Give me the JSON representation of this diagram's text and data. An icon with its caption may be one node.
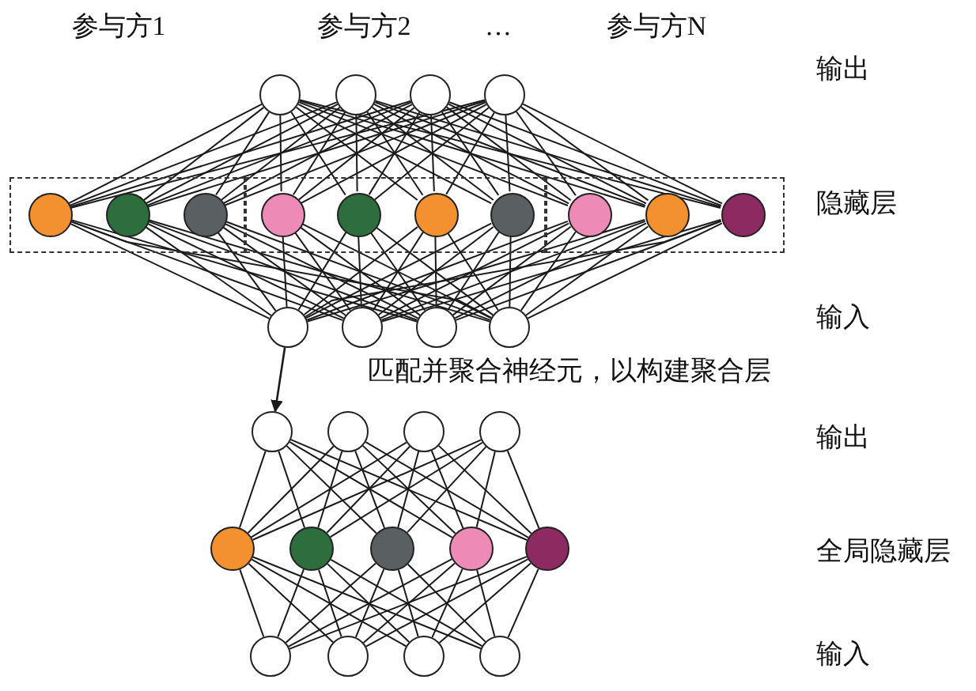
{
  "diagram": {
    "nodes": [
      {
        "text": [],
        "shape": "circle"
      },
      {
        "text": [],
        "shape": "circle"
      },
      {
        "text": [],
        "shape": "circle"
      },
      {
        "text": [],
        "shape": "circle"
      },
      {
        "text": [],
        "shape": "box"
      },
      {
        "text": [],
        "shape": "circle",
        "in": 4
      },
      {
        "text": [],
        "shape": "circle",
        "in": 4
      },
      {
        "text": [],
        "shape": "circle",
        "in": 4
      },
      {
        "text": [],
        "shape": "box"
      },
      {
        "text": [],
        "shape": "circle",
        "in": 8
      },
      {
        "text": [],
        "shape": "circle",
        "in": 8
      },
      {
        "text": [],
        "shape": "circle",
        "in": 8
      },
      {
        "text": [],
        "shape": "circle",
        "in": 8
      },
      {
        "text": [],
        "shape": "box"
      },
      {
        "text": [],
        "shape": "circle",
        "in": 13
      },
      {
        "text": [],
        "shape": "circle",
        "in": 13
      },
      {
        "text": [],
        "shape": "circle",
        "in": 13
      },
      {
        "text": [],
        "shape": "circle"
      },
      {
        "text": [],
        "shape": "circle"
      },
      {
        "text": [],
        "shape": "circle"
      },
      {
        "text": [],
        "shape": "circle"
      },
      {
        "text": [],
        "shape": "circle"
      },
      {
        "text": [],
        "shape": "circle"
      },
      {
        "text": [],
        "shape": "circle"
      },
      {
        "text": [],
        "shape": "circle"
      },
      {
        "text": [],
        "shape": "circle"
      },
      {
        "text": [],
        "shape": "circle"
      },
      {
        "text": [],
        "shape": "circle"
      },
      {
        "text": [],
        "shape": "circle"
      },
      {
        "text": [],
        "shape": "circle"
      },
      {
        "text": [],
        "shape": "circle"
      },
      {
        "text": [],
        "shape": "circle"
      },
      {
        "text": [],
        "shape": "circle"
      },
      {
        "text": [],
        "shape": "circle"
      }
    ],
    "edges": [
      {
        "from": 0,
        "to": 5,
        "arrow": "none"
      },
      {
        "from": 0,
        "to": 6,
        "arrow": "none"
      },
      {
        "from": 0,
        "to": 7,
        "arrow": "none"
      },
      {
        "from": 0,
        "to": 9,
        "arrow": "none"
      },
      {
        "from": 0,
        "to": 10,
        "arrow": "none"
      },
      {
        "from": 0,
        "to": 11,
        "arrow": "none"
      },
      {
        "from": 0,
        "to": 12,
        "arrow": "none"
      },
      {
        "from": 0,
        "to": 14,
        "arrow": "none"
      },
      {
        "from": 0,
        "to": 15,
        "arrow": "none"
      },
      {
        "from": 0,
        "to": 16,
        "arrow": "none"
      },
      {
        "from": 1,
        "to": 5,
        "arrow": "none"
      },
      {
        "from": 1,
        "to": 6,
        "arrow": "none"
      },
      {
        "from": 1,
        "to": 7,
        "arrow": "none"
      },
      {
        "from": 1,
        "to": 9,
        "arrow": "none"
      },
      {
        "from": 1,
        "to": 10,
        "arrow": "none"
      },
      {
        "from": 1,
        "to": 11,
        "arrow": "none"
      },
      {
        "from": 1,
        "to": 12,
        "arrow": "none"
      },
      {
        "from": 1,
        "to": 14,
        "arrow": "none"
      },
      {
        "from": 1,
        "to": 15,
        "arrow": "none"
      },
      {
        "from": 1,
        "to": 16,
        "arrow": "none"
      },
      {
        "from": 2,
        "to": 5,
        "arrow": "none"
      },
      {
        "from": 2,
        "to": 6,
        "arrow": "none"
      },
      {
        "from": 2,
        "to": 7,
        "arrow": "none"
      },
      {
        "from": 2,
        "to": 9,
        "arrow": "none"
      },
      {
        "from": 2,
        "to": 10,
        "arrow": "none"
      },
      {
        "from": 2,
        "to": 11,
        "arrow": "none"
      },
      {
        "from": 2,
        "to": 12,
        "arrow": "none"
      },
      {
        "from": 2,
        "to": 14,
        "arrow": "none"
      },
      {
        "from": 2,
        "to": 15,
        "arrow": "none"
      },
      {
        "from": 2,
        "to": 16,
        "arrow": "none"
      },
      {
        "from": 3,
        "to": 5,
        "arrow": "none"
      },
      {
        "from": 3,
        "to": 6,
        "arrow": "none"
      },
      {
        "from": 3,
        "to": 7,
        "arrow": "none"
      },
      {
        "from": 3,
        "to": 9,
        "arrow": "none"
      },
      {
        "from": 3,
        "to": 10,
        "arrow": "none"
      },
      {
        "from": 3,
        "to": 11,
        "arrow": "none"
      },
      {
        "from": 3,
        "to": 12,
        "arrow": "none"
      },
      {
        "from": 3,
        "to": 14,
        "arrow": "none"
      },
      {
        "from": 3,
        "to": 15,
        "arrow": "none"
      },
      {
        "from": 3,
        "to": 16,
        "arrow": "none"
      },
      {
        "from": 5,
        "to": 17,
        "arrow": "none"
      },
      {
        "from": 5,
        "to": 18,
        "arrow": "none"
      },
      {
        "from": 5,
        "to": 19,
        "arrow": "none"
      },
      {
        "from": 5,
        "to": 20,
        "arrow": "none"
      },
      {
        "from": 6,
        "to": 17,
        "arrow": "none"
      },
      {
        "from": 6,
        "to": 18,
        "arrow": "none"
      },
      {
        "from": 6,
        "to": 19,
        "arrow": "none"
      },
      {
        "from": 6,
        "to": 20,
        "arrow": "none"
      },
      {
        "from": 7,
        "to": 17,
        "arrow": "none"
      },
      {
        "from": 7,
        "to": 18,
        "arrow": "none"
      },
      {
        "from": 7,
        "to": 19,
        "arrow": "none"
      },
      {
        "from": 7,
        "to": 20,
        "arrow": "none"
      },
      {
        "from": 9,
        "to": 17,
        "arrow": "none"
      },
      {
        "from": 9,
        "to": 18,
        "arrow": "none"
      },
      {
        "from": 9,
        "to": 19,
        "arrow": "none"
      },
      {
        "from": 9,
        "to": 20,
        "arrow": "none"
      },
      {
        "from": 10,
        "to": 17,
        "arrow": "none"
      },
      {
        "from": 10,
        "to": 18,
        "arrow": "none"
      },
      {
        "from": 10,
        "to": 19,
        "arrow": "none"
      },
      {
        "from": 10,
        "to": 20,
        "arrow": "none"
      },
      {
        "from": 11,
        "to": 17,
        "arrow": "none"
      },
      {
        "from": 11,
        "to": 18,
        "arrow": "none"
      },
      {
        "from": 11,
        "to": 19,
        "arrow": "none"
      },
      {
        "from": 11,
        "to": 20,
        "arrow": "none"
      },
      {
        "from": 12,
        "to": 17,
        "arrow": "none"
      },
      {
        "from": 12,
        "to": 18,
        "arrow": "none"
      },
      {
        "from": 12,
        "to": 19,
        "arrow": "none"
      },
      {
        "from": 12,
        "to": 20,
        "arrow": "none"
      },
      {
        "from": 14,
        "to": 17,
        "arrow": "none"
      },
      {
        "from": 14,
        "to": 18,
        "arrow": "none"
      },
      {
        "from": 14,
        "to": 19,
        "arrow": "none"
      },
      {
        "from": 14,
        "to": 20,
        "arrow": "none"
      },
      {
        "from": 15,
        "to": 17,
        "arrow": "none"
      },
      {
        "from": 15,
        "to": 18,
        "arrow": "none"
      },
      {
        "from": 15,
        "to": 19,
        "arrow": "none"
      },
      {
        "from": 15,
        "to": 20,
        "arrow": "none"
      },
      {
        "from": 16,
        "to": 17,
        "arrow": "none"
      },
      {
        "from": 16,
        "to": 18,
        "arrow": "none"
      },
      {
        "from": 16,
        "to": 19,
        "arrow": "none"
      },
      {
        "from": 16,
        "to": 20,
        "arrow": "none"
      },
      {
        "from": 21,
        "to": 25,
        "arrow": "none"
      },
      {
        "from": 21,
        "to": 26,
        "arrow": "none"
      },
      {
        "from": 21,
        "to": 27,
        "arrow": "none"
      },
      {
        "from": 21,
        "to": 28,
        "arrow": "none"
      },
      {
        "from": 21,
        "to": 29,
        "arrow": "none"
      },
      {
        "from": 22,
        "to": 25,
        "arrow": "none"
      },
      {
        "from": 22,
        "to": 26,
        "arrow": "none"
      },
      {
        "from": 22,
        "to": 27,
        "arrow": "none"
      },
      {
        "from": 22,
        "to": 28,
        "arrow": "none"
      },
      {
        "from": 22,
        "to": 29,
        "arrow": "none"
      },
      {
        "from": 23,
        "to": 25,
        "arrow": "none"
      },
      {
        "from": 23,
        "to": 26,
        "arrow": "none"
      },
      {
        "from": 23,
        "to": 27,
        "arrow": "none"
      },
      {
        "from": 23,
        "to": 28,
        "arrow": "none"
      },
      {
        "from": 23,
        "to": 29,
        "arrow": "none"
      },
      {
        "from": 24,
        "to": 25,
        "arrow": "none"
      },
      {
        "from": 24,
        "to": 26,
        "arrow": "none"
      },
      {
        "from": 24,
        "to": 27,
        "arrow": "none"
      },
      {
        "from": 24,
        "to": 28,
        "arrow": "none"
      },
      {
        "from": 24,
        "to": 29,
        "arrow": "none"
      },
      {
        "from": 25,
        "to": 30,
        "arrow": "none"
      },
      {
        "from": 25,
        "to": 31,
        "arrow": "none"
      },
      {
        "from": 25,
        "to": 32,
        "arrow": "none"
      },
      {
        "from": 25,
        "to": 33,
        "arrow": "none"
      },
      {
        "from": 26,
        "to": 30,
        "arrow": "none"
      },
      {
        "from": 26,
        "to": 31,
        "arrow": "none"
      },
      {
        "from": 26,
        "to": 32,
        "arrow": "none"
      },
      {
        "from": 26,
        "to": 33,
        "arrow": "none"
      },
      {
        "from": 27,
        "to": 30,
        "arrow": "none"
      },
      {
        "from": 27,
        "to": 31,
        "arrow": "none"
      },
      {
        "from": 27,
        "to": 32,
        "arrow": "none"
      },
      {
        "from": 27,
        "to": 33,
        "arrow": "none"
      },
      {
        "from": 28,
        "to": 30,
        "arrow": "none"
      },
      {
        "from": 28,
        "to": 31,
        "arrow": "none"
      },
      {
        "from": 28,
        "to": 32,
        "arrow": "none"
      },
      {
        "from": 28,
        "to": 33,
        "arrow": "none"
      },
      {
        "from": 29,
        "to": 30,
        "arrow": "none"
      },
      {
        "from": 29,
        "to": 31,
        "arrow": "none"
      },
      {
        "from": 29,
        "to": 32,
        "arrow": "none"
      },
      {
        "from": 29,
        "to": 33,
        "arrow": "none"
      },
      {
        "from": 17,
        "to": 21,
        "arrow": "to",
        "label": "匹配并聚合神经元，以构建聚合层"
      }
    ],
    "labels": [
      "参与方1",
      "参与方2",
      "…",
      "参与方N",
      "输出",
      "隐藏层",
      "输入",
      "输出",
      "全局隐藏层",
      "输入"
    ]
  }
}
